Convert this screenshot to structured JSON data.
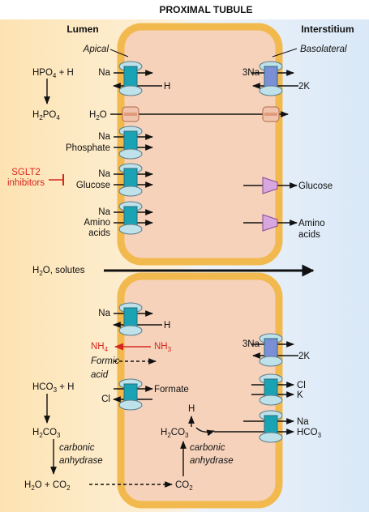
{
  "title": "PROXIMAL TUBULE",
  "headers": {
    "lumen": "Lumen",
    "interstitium": "Interstitium",
    "apical": "Apical",
    "basolateral": "Basolateral"
  },
  "cell1": {
    "hpo4_h": [
      "HPO",
      "4",
      " + H"
    ],
    "h2po4": [
      "H",
      "2",
      "PO",
      "4"
    ],
    "na1": "Na",
    "h1": "H",
    "h2o": [
      "H",
      "2",
      "O"
    ],
    "na2": "Na",
    "phosphate": "Phosphate",
    "sglt2": [
      "SGLT2",
      "inhibitors"
    ],
    "na3": "Na",
    "glucose_ap": "Glucose",
    "na4": "Na",
    "amino_ap": [
      "Amino",
      "acids"
    ],
    "na3_baso": "3Na",
    "k2_baso": "2K",
    "glucose_baso": "Glucose",
    "amino_baso": [
      "Amino",
      "acids"
    ]
  },
  "paracellular": [
    "H",
    "2",
    "O, solutes"
  ],
  "cell2": {
    "na": "Na",
    "h": "H",
    "nh4": [
      "NH",
      "4"
    ],
    "nh3": [
      "NH",
      "3"
    ],
    "formic_acid": [
      "Formic",
      "acid"
    ],
    "hco3_h": [
      "HCO",
      "3",
      " + H"
    ],
    "cl": "Cl",
    "formate": "Formate",
    "h2co3_lumen": [
      "H",
      "2",
      "CO",
      "3"
    ],
    "carbonic_anhydrase_lumen": [
      "carbonic",
      "anhydrase"
    ],
    "h2o_co2": [
      "H",
      "2",
      "O + CO",
      "2"
    ],
    "h_in_cell": "H",
    "h2co3_cell": [
      "H",
      "2",
      "CO",
      "3"
    ],
    "carbonic_anhydrase_cell": [
      "carbonic",
      "anhydrase"
    ],
    "co2_cell": [
      "CO",
      "2"
    ],
    "na3_baso": "3Na",
    "k2_baso": "2K",
    "cl_baso": "Cl",
    "k_baso": "K",
    "na_baso": "Na",
    "hco3_baso": [
      "HCO",
      "3"
    ]
  },
  "colors": {
    "lumen_bg": "#fdeed0",
    "interstitium_bg": "#e3eef9",
    "cell_fill": "#f7d6bf",
    "membrane": "#f2c15e",
    "channel": "#1aa3b4",
    "transporter_cap": "#bfe1ea",
    "red": "#d7261e"
  }
}
